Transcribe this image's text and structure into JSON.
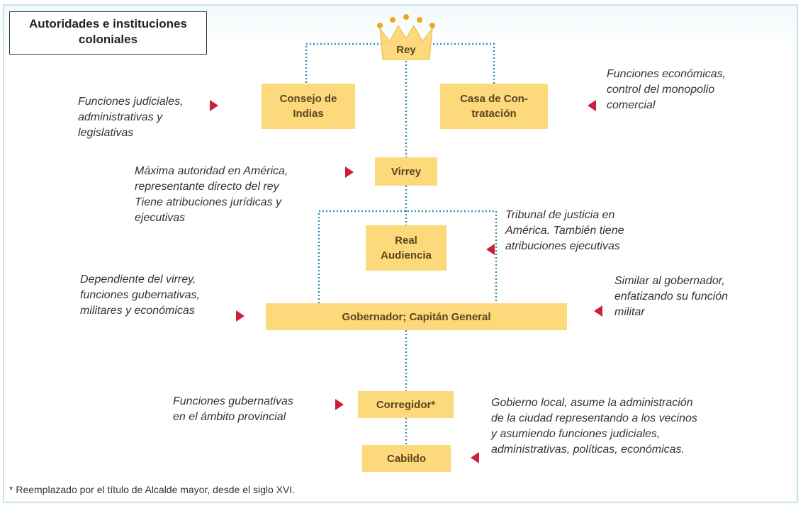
{
  "title": {
    "line1": "Autoridades e instituciones",
    "line2": "coloniales"
  },
  "nodes": {
    "rey": "Rey",
    "consejo": {
      "line1": "Consejo de",
      "line2": "Indias"
    },
    "casa": {
      "line1": "Casa de Con-",
      "line2": "tratación"
    },
    "virrey": "Virrey",
    "audiencia": {
      "line1": "Real",
      "line2": "Audiencia"
    },
    "gobernador": "Gobernador; Capitán General",
    "corregidor": "Corregidor*",
    "cabildo": "Cabildo"
  },
  "descriptions": {
    "consejo": "Funciones judiciales,\nadministrativas y\nlegislativas",
    "casa": "Funciones económicas,\ncontrol del monopolio\ncomercial",
    "virrey": "Máxima autoridad en América,\nrepresentante directo del rey\nTiene atribuciones jurídicas y\nejecutivas",
    "audiencia": "Tribunal de justicia en\nAmérica. También tiene\natribuciones ejecutivas",
    "gobernador_left": "Dependiente del virrey,\nfunciones gubernativas,\nmilitares y económicas",
    "gobernador_right": "Similar al gobernador,\nenfatizando su función\nmilitar",
    "corregidor": "Funciones gubernativas\nen el ámbito provincial",
    "cabildo": "Gobierno local, asume la administración\nde la ciudad representando a los vecinos\ny asumiendo funciones judiciales,\nadministrativas, políticas, económicas."
  },
  "footnote": "* Reemplazado por el título de Alcalde mayor, desde el siglo XVI.",
  "colors": {
    "box": "#fcd97a",
    "arrow": "#d11d3a",
    "connector": "#3a8fb0",
    "frame": "#c6e4ea"
  }
}
